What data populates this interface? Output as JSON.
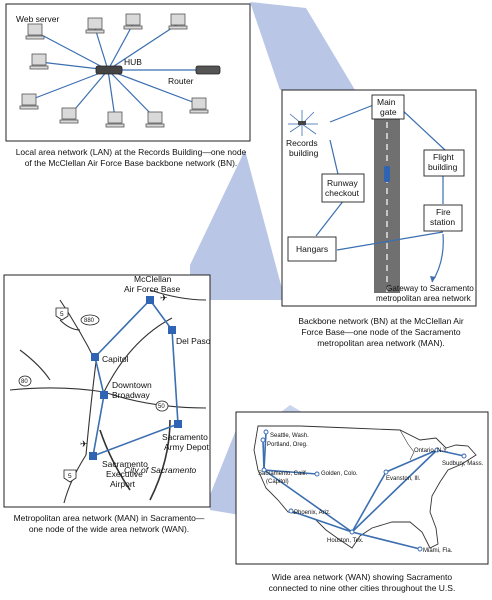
{
  "lan": {
    "web_server": "Web server",
    "hub": "HUB",
    "router": "Router",
    "caption_1": "Local area network (LAN) at the Records Building—one node",
    "caption_2": "of the McClellan Air Force Base backbone network (BN)."
  },
  "bn": {
    "records_1": "Records",
    "records_2": "building",
    "main_1": "Main",
    "main_2": "gate",
    "flight_1": "Flight",
    "flight_2": "building",
    "runway_1": "Runway",
    "runway_2": "checkout",
    "fire_1": "Fire",
    "fire_2": "station",
    "hangars": "Hangars",
    "gateway_1": "Gateway to Sacramento",
    "gateway_2": "metropolitan area network",
    "caption_1": "Backbone network (BN) at the McClellan Air",
    "caption_2": "Force Base—one node of the Sacramento",
    "caption_3": "metropolitan area network (MAN)."
  },
  "man": {
    "mcclellan_1": "McClellan",
    "mcclellan_2": "Air Force Base",
    "del_paso": "Del Paso",
    "capitol": "Capitol",
    "downtown_1": "Downtown",
    "downtown_2": "Broadway",
    "army_1": "Sacramento",
    "army_2": "Army Depot",
    "airport_1": "Sacramento",
    "airport_2": "Executive",
    "airport_3": "Airport",
    "city": "City of Sacramento",
    "hw_5a": "5",
    "hw_880": "880",
    "hw_80": "80",
    "hw_50": "50",
    "hw_5b": "5",
    "caption_1": "Metropolitan area network (MAN) in Sacramento—",
    "caption_2": "one node of the wide area network (WAN)."
  },
  "wan": {
    "seattle": "Seattle, Wash.",
    "portland": "Portland, Oreg.",
    "sacramento_1": "Sacramento, Calif.",
    "sacramento_2": "(Capitol)",
    "golden": "Golden, Colo.",
    "phoenix": "Phoenix, Ariz.",
    "houston": "Houston, Tex.",
    "miami": "Miami, Fla.",
    "evanston": "Evanston, Ill.",
    "ontario": "Ontario, N.Y.",
    "sudbury": "Sudbury, Mass.",
    "caption_1": "Wide area network (WAN) showing Sacramento",
    "caption_2": "connected to nine other cities throughout the U.S."
  },
  "colors": {
    "link": "#3b6fb0",
    "callout": "#b9c6e6",
    "node": "#2f64b5",
    "frame": "#222222"
  }
}
